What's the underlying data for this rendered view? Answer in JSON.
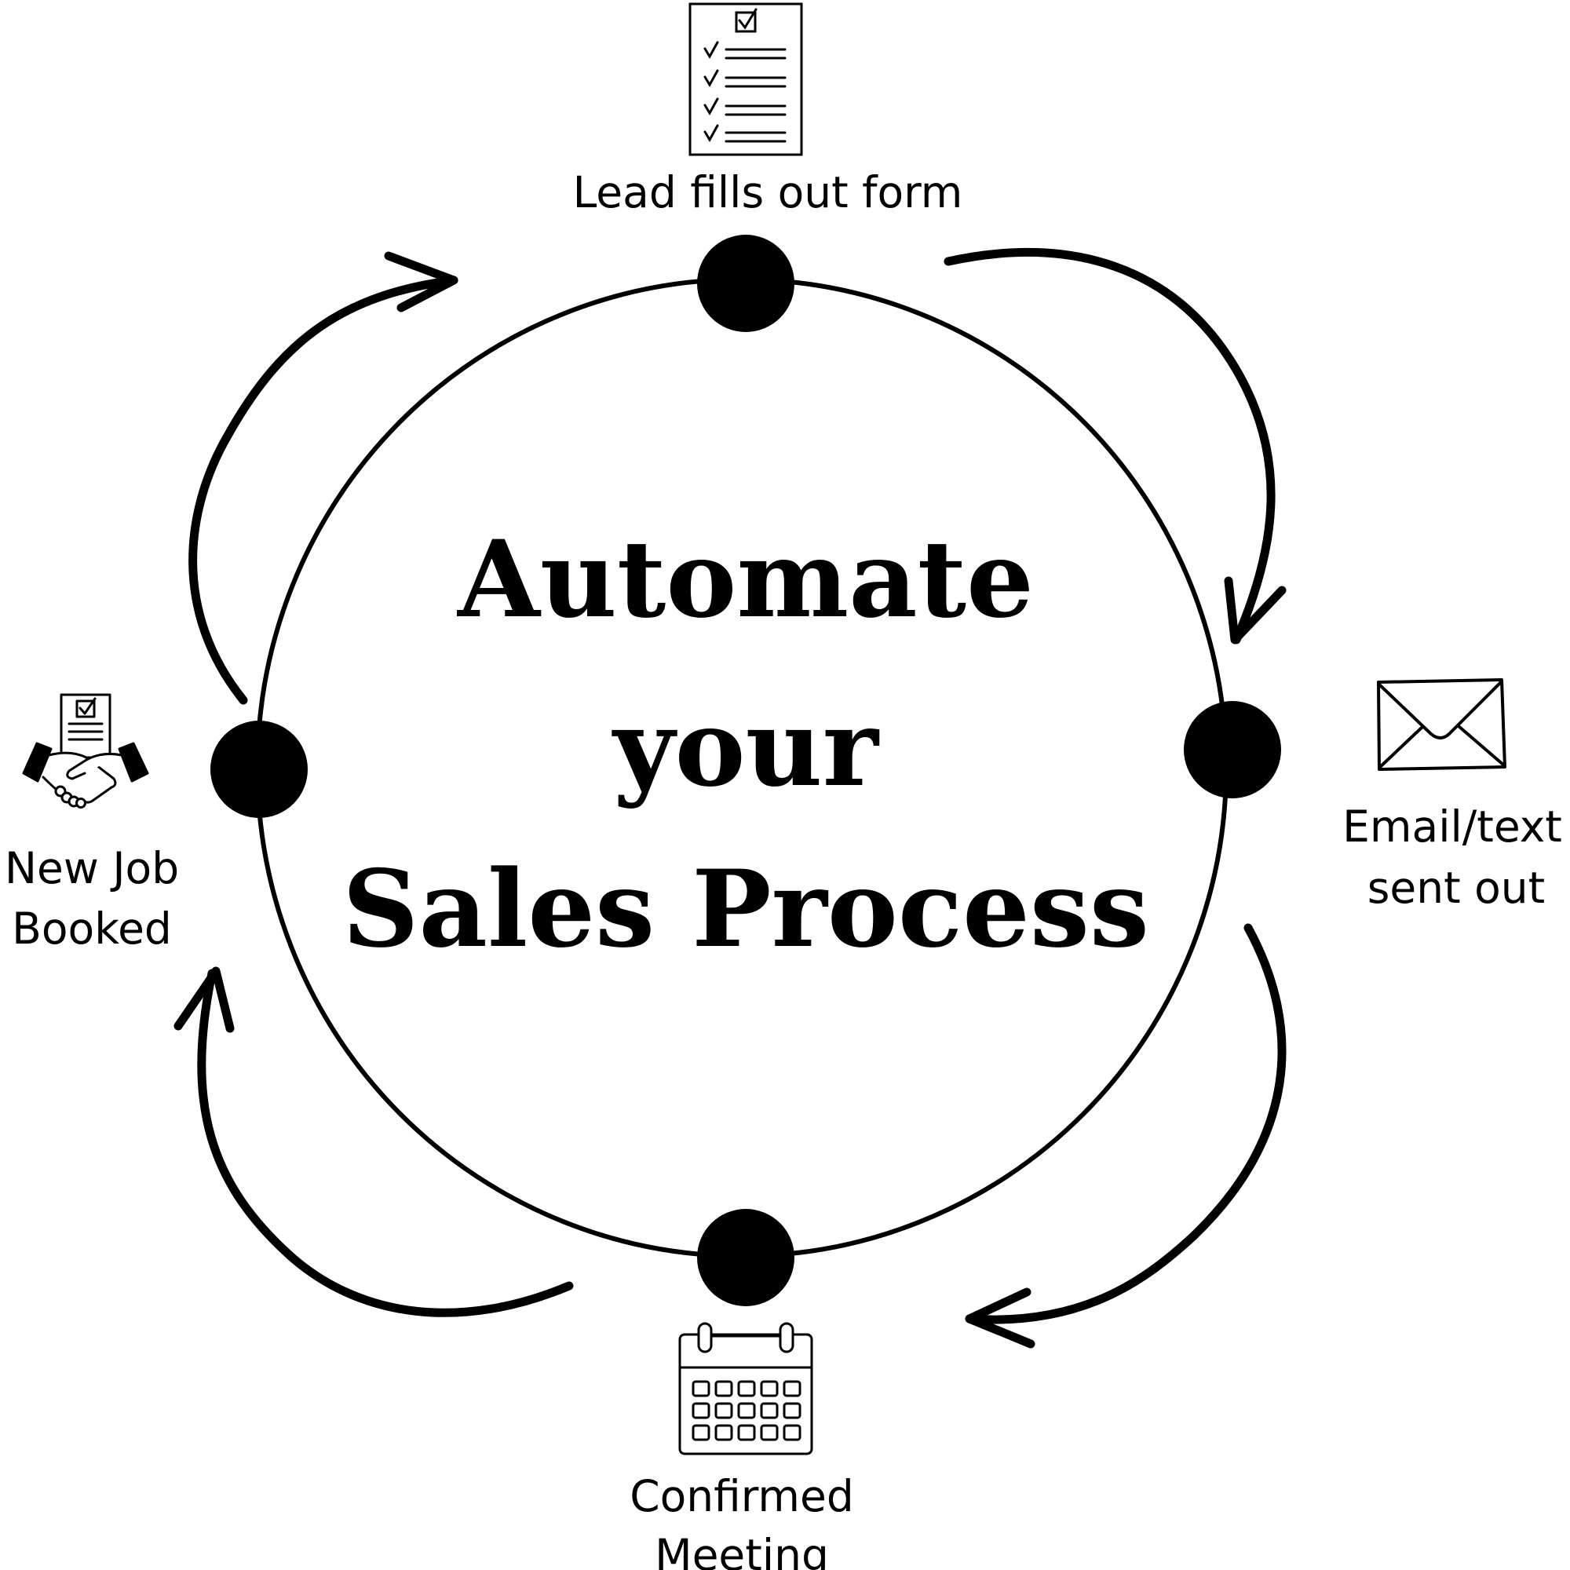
{
  "title": {
    "line1": "Automate",
    "line2": "your",
    "line3": "Sales Process"
  },
  "steps": [
    {
      "label_lines": [
        "Lead fills out form"
      ],
      "icon": "checklist-form-icon"
    },
    {
      "label_lines": [
        "Email/text",
        "sent out"
      ],
      "icon": "envelope-icon"
    },
    {
      "label_lines": [
        "Confirmed",
        "Meeting"
      ],
      "icon": "calendar-icon"
    },
    {
      "label_lines": [
        "New Job",
        "Booked"
      ],
      "icon": "handshake-contract-icon"
    }
  ],
  "colors": {
    "ink": "#000000",
    "background": "#ffffff"
  }
}
